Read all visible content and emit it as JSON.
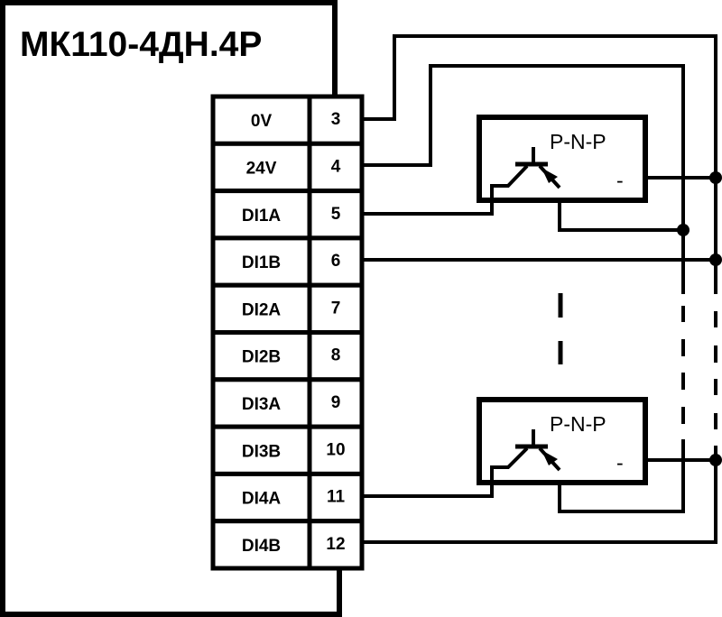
{
  "device": {
    "title": "МК110-4ДН.4Р"
  },
  "terminals": [
    {
      "name": "0V",
      "number": "3"
    },
    {
      "name": "24V",
      "number": "4"
    },
    {
      "name": "DI1A",
      "number": "5"
    },
    {
      "name": "DI1B",
      "number": "6"
    },
    {
      "name": "DI2A",
      "number": "7"
    },
    {
      "name": "DI2B",
      "number": "8"
    },
    {
      "name": "DI3A",
      "number": "9"
    },
    {
      "name": "DI3B",
      "number": "10"
    },
    {
      "name": "DI4A",
      "number": "11"
    },
    {
      "name": "DI4B",
      "number": "12"
    }
  ],
  "sensors": [
    {
      "type": "P-N-P",
      "minus_label": "-",
      "collector_terminal": "5",
      "return_terminal": "6"
    },
    {
      "type": "P-N-P",
      "minus_label": "-",
      "collector_terminal": "11",
      "return_terminal": "12"
    }
  ],
  "connections": {
    "supply_0v_terminal": "3",
    "supply_24v_terminal": "4"
  },
  "colors": {
    "line": "#000000",
    "background": "#ffffff"
  }
}
